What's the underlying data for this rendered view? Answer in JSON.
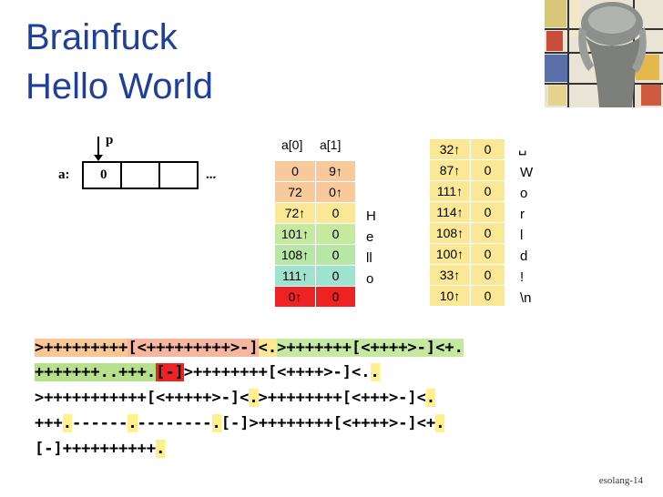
{
  "slide": {
    "title_line1": "Brainfuck",
    "title_line2": "Hello World",
    "footer": "esolang-14"
  },
  "tape": {
    "pointer_label": "p",
    "array_label": "a:",
    "first_cell": "0",
    "ellipsis": "..."
  },
  "table1": {
    "headers": [
      "a[0]",
      "a[1]"
    ],
    "rows": [
      {
        "a0": "0",
        "a1": "9↑",
        "color": "#f8c99a"
      },
      {
        "a0": "72",
        "a1": "0↑",
        "color": "#f8c99a"
      },
      {
        "a0": "72↑",
        "a1": "0",
        "color": "#fbe896"
      },
      {
        "a0": "101↑",
        "a1": "0",
        "color": "#c6e9a1"
      },
      {
        "a0": "108↑",
        "a1": "0",
        "color": "#b8e6a6"
      },
      {
        "a0": "111↑",
        "a1": "0",
        "color": "#9fe3cf"
      },
      {
        "a0": "0↑",
        "a1": "0",
        "color": "#ee2222"
      }
    ],
    "letters": [
      "H",
      "e",
      "ll",
      "o"
    ]
  },
  "table2": {
    "rows": [
      {
        "a0": "32↑",
        "a1": "0"
      },
      {
        "a0": "87↑",
        "a1": "0"
      },
      {
        "a0": "111↑",
        "a1": "0"
      },
      {
        "a0": "114↑",
        "a1": "0"
      },
      {
        "a0": "108↑",
        "a1": "0"
      },
      {
        "a0": "100↑",
        "a1": "0"
      },
      {
        "a0": "33↑",
        "a1": "0"
      },
      {
        "a0": "10↑",
        "a1": "0"
      }
    ],
    "color": "#fbe896",
    "letters": [
      "␣",
      "W",
      "o",
      "r",
      "l",
      "d",
      "!",
      "\\n"
    ]
  },
  "code": {
    "l1": [
      ">+++++++++",
      "[<+++++++++>-]",
      "<.",
      ">+++++++[<++++>-]<+."
    ],
    "l2": [
      "+++++++..",
      "+++.",
      "[-]",
      ">++++++++[<++++>-]<.",
      "."
    ],
    "l3": [
      ">+++++++++++[<+++++>-]<",
      ".",
      ">++++++++[<+++>-]<",
      "."
    ],
    "l4": [
      "+++",
      ".",
      "------",
      ".",
      "--------",
      ".",
      "[-]>++++++++[<++++>-]<+",
      "."
    ],
    "l5": [
      "[-]++++++++++",
      "."
    ]
  }
}
